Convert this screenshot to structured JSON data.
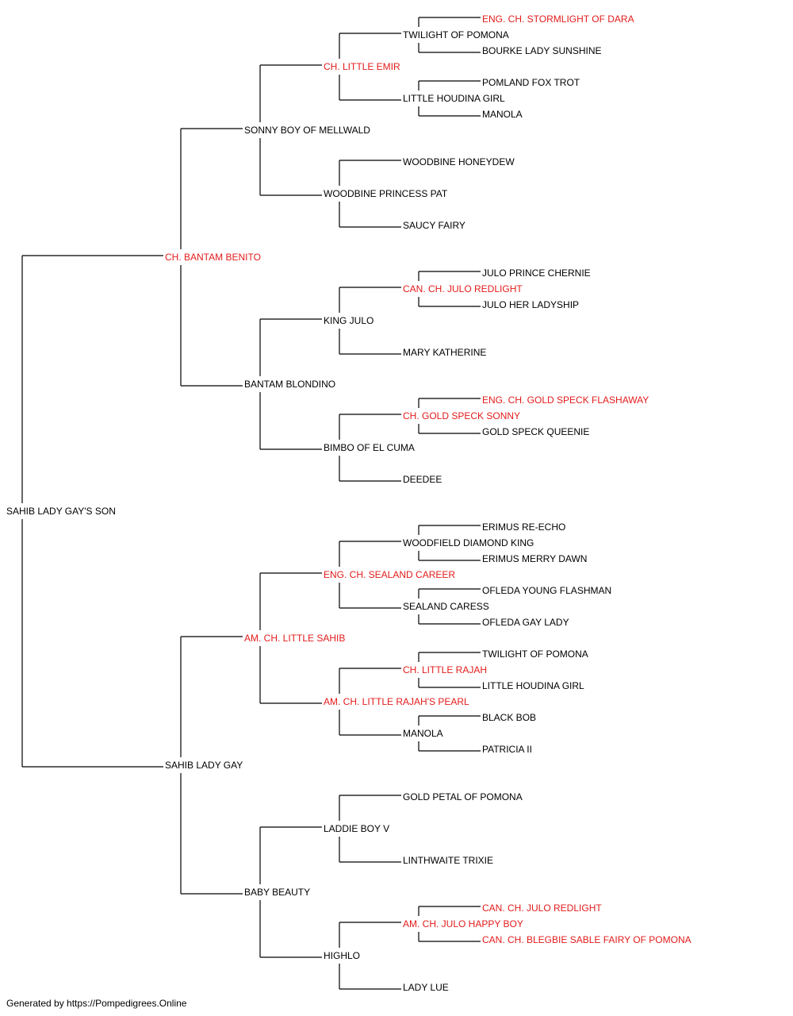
{
  "colors": {
    "champion": "#e31b1b",
    "normal": "#000000",
    "line": "#000000"
  },
  "footer": "Generated by https://Pompedigrees.Online",
  "pedigree": [
    {
      "gen": 0,
      "slot": 0,
      "name": "SAHIB LADY GAY'S SON",
      "champion": false
    },
    {
      "gen": 1,
      "slot": 0,
      "name": "CH. BANTAM BENITO",
      "champion": true
    },
    {
      "gen": 1,
      "slot": 1,
      "name": "SAHIB LADY GAY",
      "champion": false
    },
    {
      "gen": 2,
      "slot": 0,
      "name": "SONNY BOY OF MELLWALD",
      "champion": false
    },
    {
      "gen": 2,
      "slot": 1,
      "name": "BANTAM BLONDINO",
      "champion": false
    },
    {
      "gen": 2,
      "slot": 2,
      "name": "AM. CH. LITTLE SAHIB",
      "champion": true
    },
    {
      "gen": 2,
      "slot": 3,
      "name": "BABY BEAUTY",
      "champion": false
    },
    {
      "gen": 3,
      "slot": 0,
      "name": "CH. LITTLE EMIR",
      "champion": true
    },
    {
      "gen": 3,
      "slot": 1,
      "name": "WOODBINE PRINCESS PAT",
      "champion": false
    },
    {
      "gen": 3,
      "slot": 2,
      "name": "KING JULO",
      "champion": false
    },
    {
      "gen": 3,
      "slot": 3,
      "name": "BIMBO OF EL CUMA",
      "champion": false
    },
    {
      "gen": 3,
      "slot": 4,
      "name": "ENG. CH. SEALAND CAREER",
      "champion": true
    },
    {
      "gen": 3,
      "slot": 5,
      "name": "AM. CH. LITTLE RAJAH'S PEARL",
      "champion": true
    },
    {
      "gen": 3,
      "slot": 6,
      "name": "LADDIE BOY V",
      "champion": false
    },
    {
      "gen": 3,
      "slot": 7,
      "name": "HIGHLO",
      "champion": false
    },
    {
      "gen": 4,
      "slot": 0,
      "name": "TWILIGHT OF POMONA",
      "champion": false
    },
    {
      "gen": 4,
      "slot": 1,
      "name": "LITTLE HOUDINA GIRL",
      "champion": false
    },
    {
      "gen": 4,
      "slot": 2,
      "name": "WOODBINE HONEYDEW",
      "champion": false
    },
    {
      "gen": 4,
      "slot": 3,
      "name": "SAUCY FAIRY",
      "champion": false
    },
    {
      "gen": 4,
      "slot": 4,
      "name": "CAN. CH. JULO REDLIGHT",
      "champion": true
    },
    {
      "gen": 4,
      "slot": 5,
      "name": "MARY KATHERINE",
      "champion": false
    },
    {
      "gen": 4,
      "slot": 6,
      "name": "CH. GOLD SPECK SONNY",
      "champion": true
    },
    {
      "gen": 4,
      "slot": 7,
      "name": "DEEDEE",
      "champion": false
    },
    {
      "gen": 4,
      "slot": 8,
      "name": "WOODFIELD DIAMOND KING",
      "champion": false
    },
    {
      "gen": 4,
      "slot": 9,
      "name": "SEALAND CARESS",
      "champion": false
    },
    {
      "gen": 4,
      "slot": 10,
      "name": "CH. LITTLE RAJAH",
      "champion": true
    },
    {
      "gen": 4,
      "slot": 11,
      "name": "MANOLA",
      "champion": false
    },
    {
      "gen": 4,
      "slot": 12,
      "name": "GOLD PETAL OF POMONA",
      "champion": false
    },
    {
      "gen": 4,
      "slot": 13,
      "name": "LINTHWAITE TRIXIE",
      "champion": false
    },
    {
      "gen": 4,
      "slot": 14,
      "name": "AM. CH. JULO HAPPY BOY",
      "champion": true
    },
    {
      "gen": 4,
      "slot": 15,
      "name": "LADY LUE",
      "champion": false
    },
    {
      "gen": 5,
      "slot": 0,
      "name": "ENG. CH. STORMLIGHT OF DARA",
      "champion": true
    },
    {
      "gen": 5,
      "slot": 1,
      "name": "BOURKE LADY SUNSHINE",
      "champion": false
    },
    {
      "gen": 5,
      "slot": 2,
      "name": "POMLAND FOX TROT",
      "champion": false
    },
    {
      "gen": 5,
      "slot": 3,
      "name": "MANOLA",
      "champion": false
    },
    {
      "gen": 5,
      "slot": 8,
      "name": "JULO PRINCE CHERNIE",
      "champion": false
    },
    {
      "gen": 5,
      "slot": 9,
      "name": "JULO HER LADYSHIP",
      "champion": false
    },
    {
      "gen": 5,
      "slot": 12,
      "name": "ENG. CH. GOLD SPECK FLASHAWAY",
      "champion": true
    },
    {
      "gen": 5,
      "slot": 13,
      "name": "GOLD SPECK QUEENIE",
      "champion": false
    },
    {
      "gen": 5,
      "slot": 16,
      "name": "ERIMUS RE-ECHO",
      "champion": false
    },
    {
      "gen": 5,
      "slot": 17,
      "name": "ERIMUS MERRY DAWN",
      "champion": false
    },
    {
      "gen": 5,
      "slot": 18,
      "name": "OFLEDA YOUNG FLASHMAN",
      "champion": false
    },
    {
      "gen": 5,
      "slot": 19,
      "name": "OFLEDA GAY LADY",
      "champion": false
    },
    {
      "gen": 5,
      "slot": 20,
      "name": "TWILIGHT OF POMONA",
      "champion": false
    },
    {
      "gen": 5,
      "slot": 21,
      "name": "LITTLE HOUDINA GIRL",
      "champion": false
    },
    {
      "gen": 5,
      "slot": 22,
      "name": "BLACK BOB",
      "champion": false
    },
    {
      "gen": 5,
      "slot": 23,
      "name": "PATRICIA II",
      "champion": false
    },
    {
      "gen": 5,
      "slot": 28,
      "name": "CAN. CH. JULO REDLIGHT",
      "champion": true
    },
    {
      "gen": 5,
      "slot": 29,
      "name": "CAN. CH. BLEGBIE SABLE FAIRY OF POMONA",
      "champion": true
    }
  ]
}
